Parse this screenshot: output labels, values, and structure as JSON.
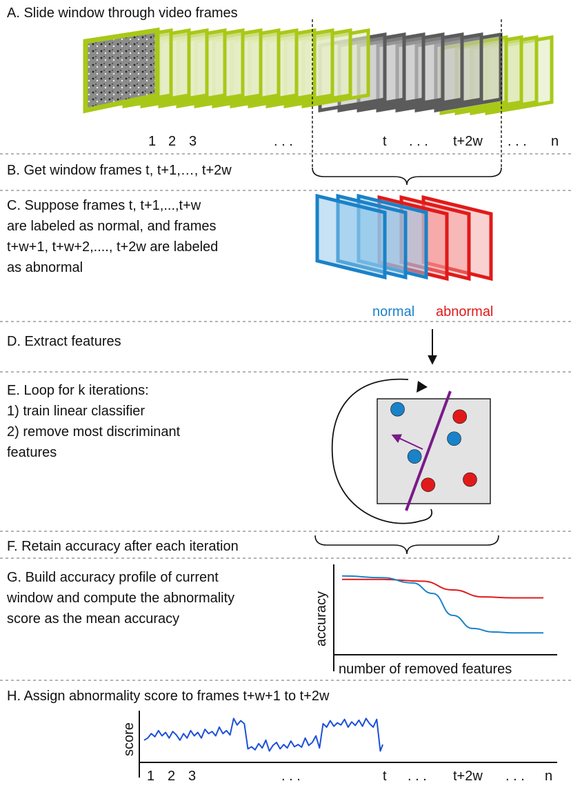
{
  "colors": {
    "frame_green": "#a8c818",
    "frame_gray": "#5b5b5b",
    "normal_blue": "#1a82c8",
    "abnormal_red": "#e01a1a",
    "boundary_purple": "#7a1a8a",
    "panel_gray": "#e3e3e3",
    "separator": "#9a9a9a"
  },
  "steps": {
    "a": "A. Slide window through video frames",
    "b": "B. Get window frames t, t+1,…, t+2w",
    "c": [
      "C. Suppose frames t, t+1,...,t+w",
      "are labeled as normal, and frames",
      "t+w+1, t+w+2,...., t+2w are labeled",
      "as abnormal"
    ],
    "d": "D. Extract features",
    "e": [
      "E. Loop for k iterations:",
      "1) train linear classifier",
      "2) remove most discriminant",
      "features"
    ],
    "f": "F. Retain accuracy after each iteration",
    "g": [
      "G. Build accuracy profile of current",
      "window and compute the abnormality",
      "score as the mean accuracy"
    ],
    "h": "H. Assign abnormality score to frames t+w+1 to t+2w"
  },
  "frame_labels": {
    "one": "1",
    "two": "2",
    "three": "3",
    "dots1": ". . .",
    "t": "t",
    "dots2": ". . .",
    "t2w": "t+2w",
    "dots3": ". . .",
    "n": "n"
  },
  "legend": {
    "normal": "normal",
    "abnormal": "abnormal"
  },
  "icons": {
    "video_thumbnail": "crowd-scene-icon",
    "down_arrow": "arrow-down-icon",
    "loop_arrow": "loop-arrow-icon",
    "direction_arrow": "arrow-icon"
  },
  "classifier_points": {
    "blue": [
      [
        0.18,
        0.1
      ],
      [
        0.33,
        0.55
      ],
      [
        0.68,
        0.38
      ]
    ],
    "red": [
      [
        0.73,
        0.17
      ],
      [
        0.45,
        0.82
      ],
      [
        0.82,
        0.77
      ]
    ]
  },
  "accuracy_chart": {
    "xlabel": "number of removed features",
    "ylabel": "accuracy",
    "type": "line",
    "series": [
      {
        "color": "#e01a1a",
        "x": [
          0,
          0.2,
          0.4,
          0.55,
          0.7,
          0.85,
          1.0
        ],
        "y": [
          0.86,
          0.86,
          0.84,
          0.74,
          0.66,
          0.65,
          0.65
        ]
      },
      {
        "color": "#1a82c8",
        "x": [
          0,
          0.2,
          0.35,
          0.45,
          0.55,
          0.65,
          0.75,
          0.85,
          1.0
        ],
        "y": [
          0.9,
          0.88,
          0.82,
          0.7,
          0.45,
          0.3,
          0.26,
          0.25,
          0.25
        ]
      }
    ]
  },
  "score_chart": {
    "ylabel": "score",
    "type": "line",
    "x": [
      0,
      0.015,
      0.03,
      0.045,
      0.06,
      0.075,
      0.09,
      0.105,
      0.12,
      0.135,
      0.15,
      0.165,
      0.18,
      0.195,
      0.21,
      0.225,
      0.24,
      0.255,
      0.27,
      0.285,
      0.3,
      0.315,
      0.33,
      0.345,
      0.36,
      0.375,
      0.39,
      0.405,
      0.42,
      0.435,
      0.45,
      0.465,
      0.48,
      0.495,
      0.51,
      0.525,
      0.54,
      0.555,
      0.57,
      0.585,
      0.6,
      0.615,
      0.63,
      0.645,
      0.66,
      0.675,
      0.69,
      0.705,
      0.72,
      0.735,
      0.75,
      0.765,
      0.78,
      0.795,
      0.81,
      0.825,
      0.84,
      0.855,
      0.87,
      0.885,
      0.9,
      0.915,
      0.93,
      0.945,
      0.96,
      0.975,
      0.99,
      1.0
    ],
    "y": [
      0.4,
      0.45,
      0.55,
      0.48,
      0.62,
      0.5,
      0.58,
      0.45,
      0.6,
      0.52,
      0.4,
      0.55,
      0.45,
      0.62,
      0.5,
      0.58,
      0.45,
      0.65,
      0.55,
      0.6,
      0.5,
      0.7,
      0.55,
      0.62,
      0.52,
      0.9,
      0.75,
      0.85,
      0.78,
      0.2,
      0.25,
      0.18,
      0.32,
      0.22,
      0.4,
      0.15,
      0.28,
      0.35,
      0.2,
      0.3,
      0.22,
      0.38,
      0.25,
      0.3,
      0.24,
      0.45,
      0.28,
      0.35,
      0.5,
      0.22,
      0.78,
      0.7,
      0.85,
      0.72,
      0.8,
      0.75,
      0.88,
      0.7,
      0.82,
      0.74,
      0.86,
      0.72,
      0.9,
      0.78,
      0.7,
      0.88,
      0.15,
      0.3
    ]
  },
  "score_axis_labels": {
    "one": "1",
    "two": "2",
    "three": "3",
    "dots1": ". . .",
    "t": "t",
    "dots2": ". . .",
    "t2w": "t+2w",
    "dots3": ". . .",
    "n": "n"
  }
}
